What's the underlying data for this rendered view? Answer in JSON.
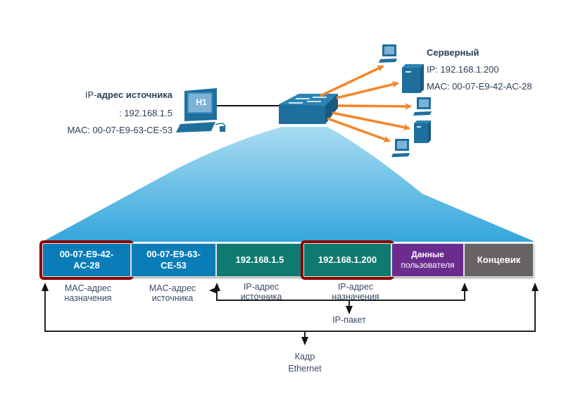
{
  "source_host": {
    "name": "H1",
    "label_line1_prefix": "IP-",
    "label_line1_bold": "адрес источника",
    "label_ip": ": 192.168.1.5",
    "label_mac": "MAC: 00-07-E9-63-CE-53"
  },
  "server_host": {
    "title": "Серверный",
    "ip": "IP: 192.168.1.200",
    "mac": "MAC: 00-07-E9-42-AC-28"
  },
  "frame_fields": [
    {
      "value": "00-07-E9-42-AC-28",
      "line1": "00-07-E9-42-",
      "line2": "AC-28",
      "color": "#0a7db8",
      "highlight": true,
      "caption1": "MAC-адрес",
      "caption2": "назначения"
    },
    {
      "value": "00-07-E9-63-CE-53",
      "line1": "00-07-E9-63-",
      "line2": "CE-53",
      "color": "#0a7db8",
      "highlight": false,
      "caption1": "MAC-адрес",
      "caption2": "источника"
    },
    {
      "value": "192.168.1.5",
      "line1": "192.168.1.5",
      "line2": "",
      "color": "#0f7a70",
      "highlight": false,
      "caption1": "IP-адрес",
      "caption2": "источника"
    },
    {
      "value": "192.168.1.200",
      "line1": "192.168.1.200",
      "line2": "",
      "color": "#0f7a70",
      "highlight": true,
      "caption1": "IP-адрес",
      "caption2": "назначения"
    },
    {
      "value": "Данные пользователя",
      "line1": "Данные",
      "line2": "пользователя",
      "color": "#6a2d8f",
      "highlight": false,
      "caption1": "",
      "caption2": ""
    },
    {
      "value": "Концевик",
      "line1": "Концевик",
      "line2": "",
      "color": "#676263",
      "highlight": false,
      "caption1": "",
      "caption2": ""
    }
  ],
  "brackets": {
    "ip_packet": "IP-пакет",
    "ethernet_frame_line1": "Кадр",
    "ethernet_frame_line2": "Ethernet"
  },
  "colors": {
    "device_blue": "#1f6f9c",
    "arrow_orange": "#f5852a",
    "highlight_red": "#8b0000",
    "text_navy": "#2d3e57"
  }
}
